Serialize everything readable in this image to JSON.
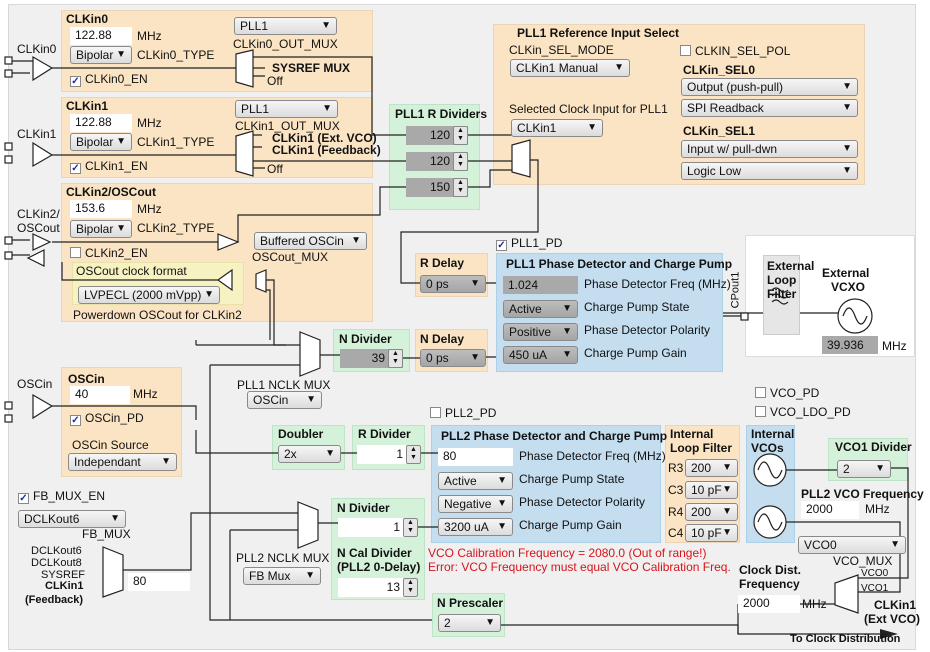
{
  "clkin0": {
    "pin_label": "CLKin0",
    "title": "CLKin0",
    "freq": "122.88",
    "unit": "MHz",
    "type": "Bipolar",
    "type_label": "CLKin0_TYPE",
    "enable": "CLKin0_EN",
    "enable_checked": true,
    "out_mux": "PLL1",
    "out_mux_label": "CLKin0_OUT_MUX",
    "out_sysref": "SYSREF MUX",
    "out_off": "Off"
  },
  "clkin1": {
    "pin_label": "CLKin1",
    "title": "CLKin1",
    "freq": "122.88",
    "unit": "MHz",
    "type": "Bipolar",
    "type_label": "CLKin1_TYPE",
    "enable": "CLKin1_EN",
    "enable_checked": true,
    "out_mux": "PLL1",
    "out_mux_label": "CLKin1_OUT_MUX",
    "out_ext_vco": "CLKin1 (Ext. VCO)",
    "out_feedback": "CLKin1 (Feedback)",
    "out_off": "Off"
  },
  "clkin2": {
    "pin_label_1": "CLKin2/",
    "pin_label_2": "OSCout",
    "title": "CLKin2/OSCout",
    "freq": "153.6",
    "unit": "MHz",
    "type": "Bipolar",
    "type_label": "CLKin2_TYPE",
    "enable": "CLKin2_EN",
    "enable_checked": false,
    "oscout_format_label": "OSCout clock format",
    "oscout_format": "LVPECL (2000 mVpp)",
    "powerdown_label": "Powerdown OSCout for CLKin2",
    "oscout_mux": "Buffered OSCin",
    "oscout_mux_label": "OSCout_MUX"
  },
  "pll1_r_dividers": {
    "title": "PLL1 R Dividers",
    "values": [
      "120",
      "120",
      "150"
    ]
  },
  "pll1_ref": {
    "title": "PLL1 Reference Input Select",
    "sel_mode_label": "CLKin_SEL_MODE",
    "sel_mode": "CLKin1 Manual",
    "selected_label": "Selected Clock Input for PLL1",
    "selected": "CLKin1",
    "sel_pol": "CLKIN_SEL_POL",
    "sel_pol_checked": false,
    "sel0_label": "CLKin_SEL0",
    "sel0_type": "Output (push-pull)",
    "sel0_mode": "SPI Readback",
    "sel1_label": "CLKin_SEL1",
    "sel1_type": "Input w/ pull-dwn",
    "sel1_mode": "Logic Low"
  },
  "pll1_pd_check": {
    "label": "PLL1_PD",
    "checked": true
  },
  "r_delay": {
    "title": "R Delay",
    "value": "0 ps"
  },
  "pll1_pfd": {
    "title": "PLL1 Phase Detector and Charge Pump",
    "freq": "1.024",
    "freq_label": "Phase Detector Freq (MHz)",
    "cp_state": "Active",
    "cp_state_label": "Charge Pump State",
    "polarity": "Positive",
    "polarity_label": "Phase Detector Polarity",
    "cp_gain": "450 uA",
    "cp_gain_label": "Charge Pump Gain"
  },
  "cpout": "CPout1",
  "ext_filter": {
    "l1": "External",
    "l2": "Loop",
    "l3": "Filter"
  },
  "ext_vcxo": {
    "l1": "External",
    "l2": "VCXO",
    "freq": "39.936",
    "unit": "MHz"
  },
  "pll1_n": {
    "title": "N Divider",
    "value": "39",
    "delay_title": "N Delay",
    "delay": "0 ps",
    "nclk_mux_label": "PLL1 NCLK MUX",
    "nclk_mux": "OSCin"
  },
  "oscin": {
    "pin_label": "OSCin",
    "title": "OSCin",
    "freq": "40",
    "unit": "MHz",
    "pd": "OSCin_PD",
    "pd_checked": true,
    "source_label": "OSCin Source",
    "source": "Independant"
  },
  "doubler": {
    "title": "Doubler",
    "value": "2x"
  },
  "pll2_r": {
    "title": "R Divider",
    "value": "1"
  },
  "pll2_pd_check": {
    "label": "PLL2_PD",
    "checked": false
  },
  "pll2_pfd": {
    "title": "PLL2 Phase Detector and Charge Pump",
    "freq": "80",
    "freq_label": "Phase Detector Freq (MHz)",
    "cp_state": "Active",
    "cp_state_label": "Charge Pump State",
    "polarity": "Negative",
    "polarity_label": "Phase Detector Polarity",
    "cp_gain": "3200 uA",
    "cp_gain_label": "Charge Pump Gain"
  },
  "loop_filter": {
    "l1": "Internal",
    "l2": "Loop Filter",
    "rows": [
      {
        "k": "R3",
        "v": "200"
      },
      {
        "k": "C3",
        "v": "10 pF"
      },
      {
        "k": "R4",
        "v": "200"
      },
      {
        "k": "C4",
        "v": "10 pF"
      }
    ]
  },
  "vcos": {
    "l1": "Internal",
    "l2": "VCOs",
    "vco_pd": "VCO_PD",
    "vco_ldo_pd": "VCO_LDO_PD"
  },
  "vco1_div": {
    "title": "VCO1 Divider",
    "value": "2"
  },
  "pll2_vco_freq": {
    "label": "PLL2 VCO Frequency",
    "value": "2000",
    "unit": "MHz"
  },
  "vco_mux": {
    "value": "VCO0",
    "label": "VCO_MUX",
    "in0": "VCO0",
    "in1": "VCO1",
    "ext1": "CLKin1",
    "ext2": "(Ext VCO)"
  },
  "clock_dist": {
    "l1": "Clock Dist.",
    "l2": "Frequency",
    "value": "2000",
    "unit": "MHz",
    "dest": "To Clock Distribution"
  },
  "errors": [
    "VCO Calibration Frequency = 2080.0 (Out of range!)",
    "Error: VCO Frequency must equal VCO Calibration Freq."
  ],
  "fb_mux": {
    "enable": "FB_MUX_EN",
    "enable_checked": true,
    "value": "DCLKout6",
    "label": "FB_MUX",
    "inputs": [
      "DCLKout6",
      "DCLKout8",
      "SYSREF",
      "CLKin1",
      "(Feedback)"
    ],
    "divider": "80"
  },
  "pll2_n": {
    "title": "N Divider",
    "value": "1",
    "cal_title_1": "N Cal Divider",
    "cal_title_2": "(PLL2 0-Delay)",
    "cal_value": "13",
    "nclk_mux_label": "PLL2 NCLK MUX",
    "nclk_mux": "FB Mux"
  },
  "n_prescaler": {
    "title": "N Prescaler",
    "value": "2"
  }
}
